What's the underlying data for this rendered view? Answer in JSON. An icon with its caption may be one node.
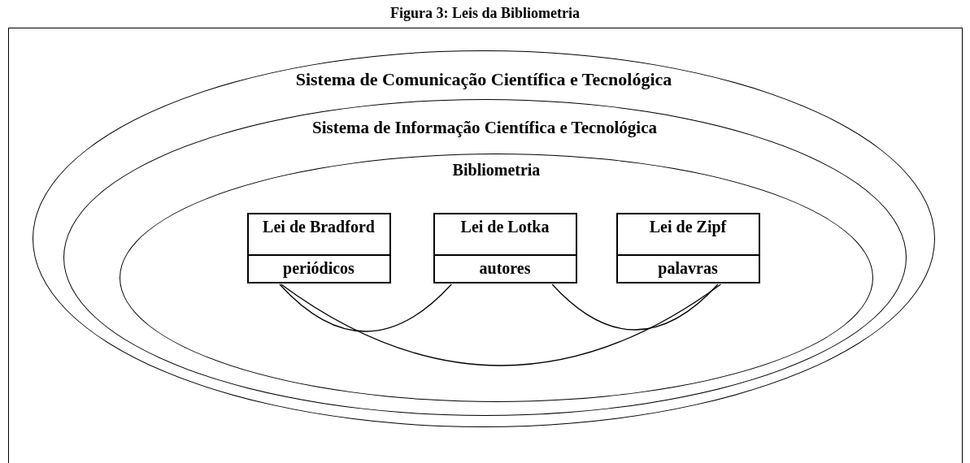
{
  "diagram": {
    "title": "Figura 3: Leis da Bibliometria",
    "nodes": [
      {
        "text": [
          "Sistema de Comunicação Científica e Tecnológica"
        ]
      },
      {
        "text": [
          "Sistema de Informação Científica e Tecnológica"
        ],
        "in": 0
      },
      {
        "text": [
          "Bibliometria"
        ],
        "in": 1
      },
      {
        "text": [
          "Lei de Bradford",
          "periódicos"
        ],
        "in": 2
      },
      {
        "text": [
          "Lei de Lotka",
          "autores"
        ],
        "in": 2
      },
      {
        "text": [
          "Lei de Zipf",
          "palavras"
        ],
        "in": 2
      }
    ],
    "edges": [
      {
        "from": 3,
        "to": 4,
        "arrow": "none"
      },
      {
        "from": 4,
        "to": 5,
        "arrow": "none"
      },
      {
        "from": 3,
        "to": 5,
        "arrow": "none"
      }
    ]
  }
}
